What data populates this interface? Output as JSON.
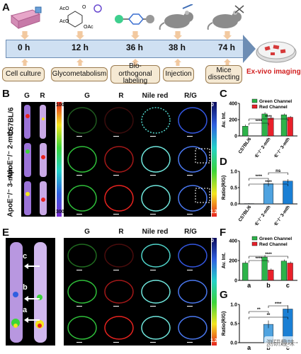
{
  "panels": {
    "a": "A",
    "b": "B",
    "c": "C",
    "d": "D",
    "e": "E",
    "f": "F",
    "g": "G"
  },
  "timeline": {
    "times": [
      "0 h",
      "12 h",
      "36 h",
      "38 h",
      "74 h"
    ],
    "steps": [
      "Cell culture",
      "Glycometabolism",
      "Bio-orthogonal labeling",
      "Injection",
      "Mice dissecting"
    ],
    "ex_vivo": "Ex-vivo imaging"
  },
  "panel_b": {
    "aorta_heads": [
      "G",
      "R"
    ],
    "col_heads": [
      "G",
      "R",
      "Nile red",
      "R/G"
    ],
    "row_labels": [
      "C57BL/6",
      "ApoE⁻/⁻ 2-mth",
      "ApoE⁻/⁻ 3-mth"
    ],
    "colorbar_left": [
      "100",
      "300"
    ],
    "colorbar_right": [
      "0",
      "1.2"
    ]
  },
  "panel_e": {
    "col_heads": [
      "G",
      "R",
      "Nile red",
      "R/G"
    ],
    "markers": [
      "c",
      "b",
      "a"
    ],
    "colorbar_right": [
      "0",
      "1.2"
    ]
  },
  "colors": {
    "green_bar": "#2db34a",
    "red_bar": "#e8202a",
    "light_blue_bar": "#8ec4ec",
    "mid_blue_bar": "#4fa3e0",
    "deep_blue_bar": "#1a7fd4",
    "timeline": "#cfe0f2"
  },
  "watermark": "测研趣味",
  "chart_data": [
    {
      "id": "C",
      "type": "bar",
      "categories": [
        "C57BL/6",
        "ApoE⁻/⁻ 2-mth",
        "ApoE⁻/⁻ 3-mth"
      ],
      "series": [
        {
          "name": "Green Channel",
          "values": [
            120,
            270,
            260
          ]
        },
        {
          "name": "Red Channel",
          "values": [
            0,
            220,
            230
          ]
        }
      ],
      "errors": [
        [
          20,
          20,
          15
        ],
        [
          0,
          20,
          15
        ]
      ],
      "ylabel": "Av. Int.",
      "ylim": [
        0,
        400
      ],
      "yticks": [
        0,
        200,
        400
      ],
      "significance": [
        "****",
        "****",
        "****"
      ],
      "legend": "top-right"
    },
    {
      "id": "D",
      "type": "bar",
      "categories": [
        "C57BL/6",
        "ApoE⁻/⁻ 2-mth",
        "ApoE⁻/⁻ 3-mth"
      ],
      "values": [
        0.01,
        0.62,
        0.7
      ],
      "errors": [
        0.01,
        0.08,
        0.06
      ],
      "ylabel": "Ratio(R/G)",
      "ylim": [
        0,
        1.0
      ],
      "yticks": [
        0.0,
        0.5,
        1.0
      ],
      "significance": [
        "****",
        "****",
        "ns"
      ]
    },
    {
      "id": "F",
      "type": "bar",
      "categories": [
        "a",
        "b",
        "c"
      ],
      "series": [
        {
          "name": "Green Channel",
          "values": [
            175,
            235,
            195
          ]
        },
        {
          "name": "Red Channel",
          "values": [
            0,
            105,
            175
          ]
        }
      ],
      "errors": [
        [
          20,
          20,
          15
        ],
        [
          0,
          15,
          15
        ]
      ],
      "ylabel": "Av. Int.",
      "ylim": [
        0,
        400
      ],
      "yticks": [
        0,
        200,
        400
      ],
      "significance": [
        "****",
        "****"
      ],
      "legend": "top-right"
    },
    {
      "id": "G",
      "type": "bar",
      "categories": [
        "a",
        "b",
        "c"
      ],
      "values": [
        0.0,
        0.48,
        0.88
      ],
      "errors": [
        0.0,
        0.1,
        0.1
      ],
      "ylabel": "Ratio(R/G)",
      "ylim": [
        0,
        1.0
      ],
      "yticks": [
        0.0,
        0.5,
        1.0
      ],
      "significance": [
        "**",
        "**",
        "****"
      ]
    }
  ]
}
